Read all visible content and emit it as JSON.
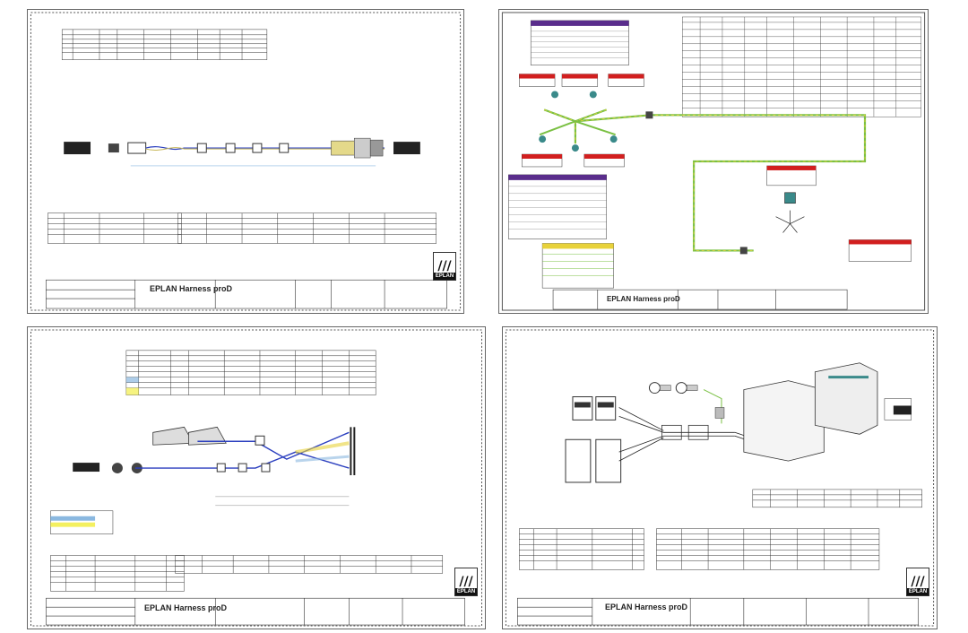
{
  "sheets": [
    {
      "id": "top-left",
      "title_block_brand": "EPLAN Harness proD",
      "logo_text": "EPLAN",
      "logo_mark": "///"
    },
    {
      "id": "top-right",
      "title_block_brand": "EPLAN Harness proD"
    },
    {
      "id": "bottom-left",
      "title_block_brand": "EPLAN Harness proD",
      "logo_text": "EPLAN",
      "logo_mark": "///"
    },
    {
      "id": "bottom-right",
      "title_block_brand": "EPLAN Harness proD",
      "logo_text": "EPLAN",
      "logo_mark": "///"
    }
  ],
  "colors": {
    "wire_green": "#7ac043",
    "wire_yellow": "#e8d23a",
    "wire_blue": "#2b3fbf",
    "header_red": "#d21f1f",
    "header_purple": "#5a2d8c",
    "highlight_yellow": "#f4f060",
    "frame_gray": "#555555"
  }
}
